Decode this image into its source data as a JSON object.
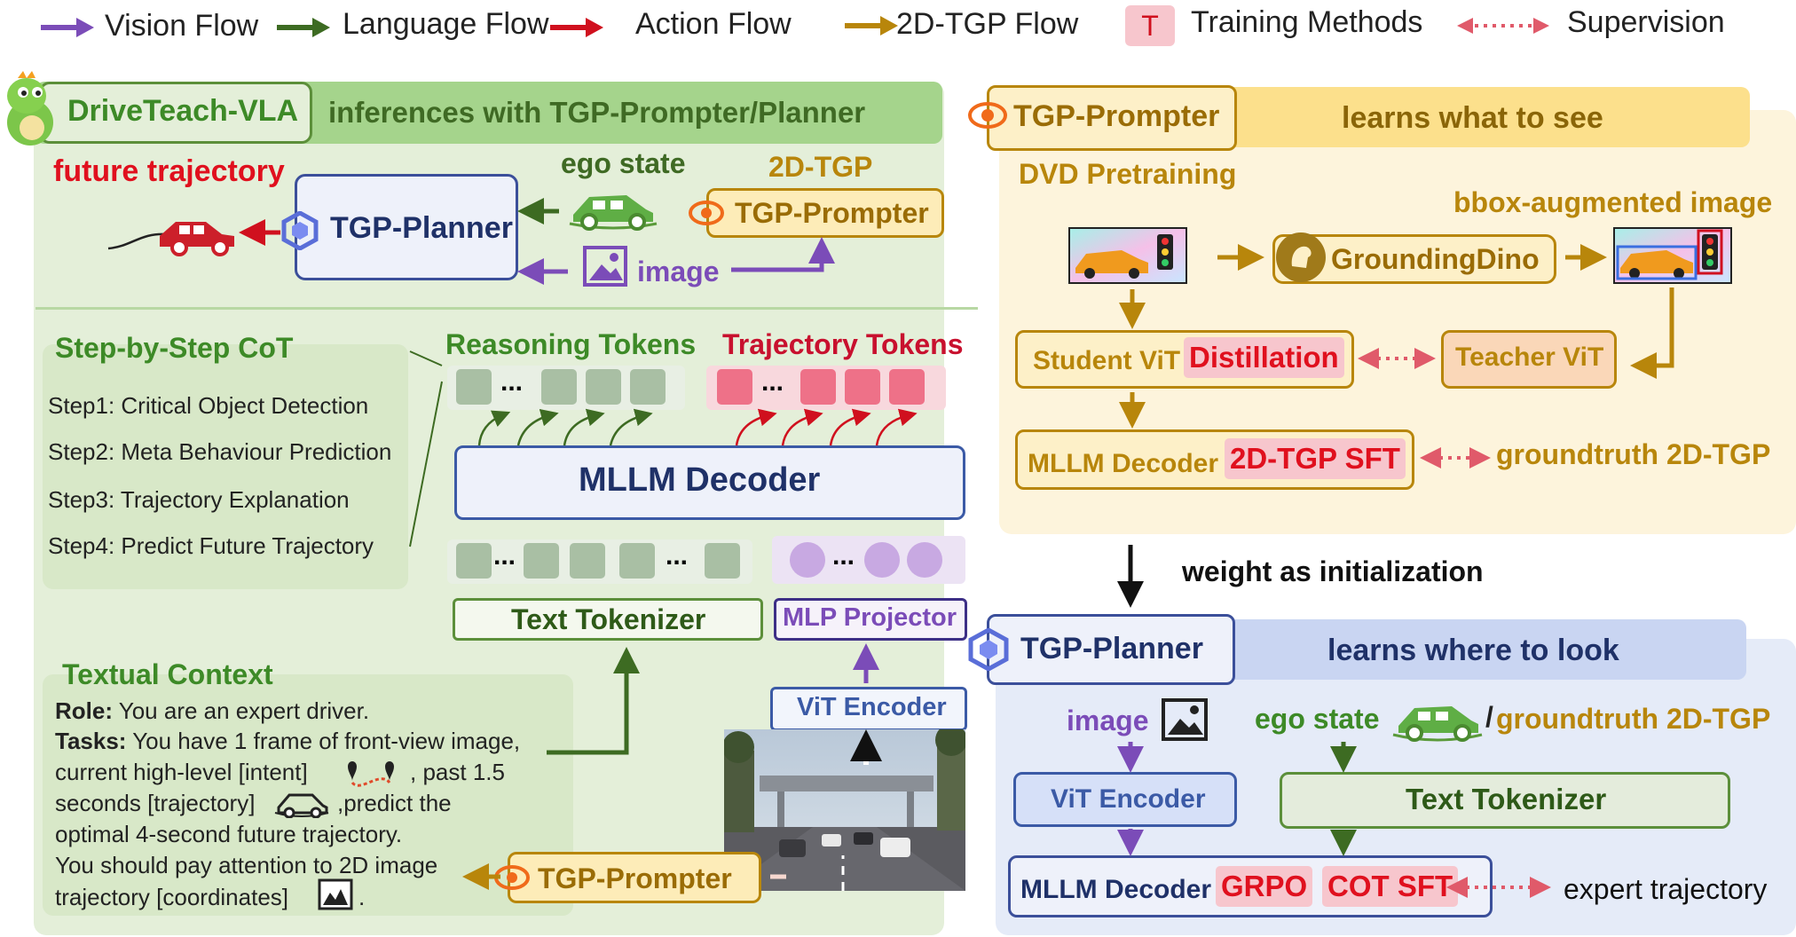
{
  "legend": {
    "vision": "Vision Flow",
    "language": "Language Flow",
    "action": "Action Flow",
    "tgp": "2D-TGP Flow",
    "training_badge": "T",
    "training": "Training Methods",
    "supervision": "Supervision"
  },
  "colors": {
    "vision": "#7b4cb8",
    "language": "#3d6b22",
    "action": "#d0101e",
    "tgp": "#b8860b",
    "green_panel": "#e4efd9",
    "green_header": "#a5d48c",
    "yellow_panel": "#fdf4dc",
    "yellow_header": "#fce08c",
    "blue_panel": "#e5ebf8",
    "blue_header": "#c9d5f2"
  },
  "left": {
    "title": "DriveTeach-VLA",
    "subtitle": "inferences with TGP-Prompter/Planner",
    "future_trajectory": "future trajectory",
    "tgp_planner": "TGP-Planner",
    "ego_state": "ego state",
    "tgp_label": "2D-TGP",
    "tgp_prompter": "TGP-Prompter",
    "image": "image",
    "cot_title": "Step-by-Step CoT",
    "steps": [
      "Step1: Critical Object Detection",
      "Step2: Meta Behaviour Prediction",
      "Step3: Trajectory Explanation",
      "Step4: Predict Future Trajectory"
    ],
    "reasoning_tokens": "Reasoning Tokens",
    "trajectory_tokens": "Trajectory Tokens",
    "ellipsis": "...",
    "mllm_decoder": "MLLM Decoder",
    "text_tokenizer": "Text Tokenizer",
    "mlp_projector": "MLP Projector",
    "vit_encoder": "ViT Encoder",
    "textual_context_title": "Textual Context",
    "role_label": "Role:",
    "role_text": " You are an expert driver.",
    "tasks_label": "Tasks:",
    "tasks_l1": " You have 1 frame of front-view image,",
    "tasks_l2a": "current high-level [intent]",
    "tasks_l2b": ", past 1.5",
    "tasks_l3a": "seconds [trajectory]",
    "tasks_l3b": ",predict the",
    "tasks_l4": "optimal 4-second future trajectory.",
    "tasks_l5": "You should pay attention to 2D image",
    "tasks_l6a": "trajectory [coordinates]",
    "tasks_l6b": ".",
    "tgp_prompter_bottom": "TGP-Prompter"
  },
  "right_top": {
    "tgp_prompter": "TGP-Prompter",
    "learns": "learns what to see",
    "dvd": "DVD Pretraining",
    "bbox": "bbox-augmented image",
    "grounding": "GroundingDino",
    "student_vit": "Student ViT",
    "distillation": "Distillation",
    "teacher_vit": "Teacher ViT",
    "mllm_decoder": "MLLM Decoder",
    "sft": "2D-TGP SFT",
    "groundtruth": "groundtruth 2D-TGP"
  },
  "middle": {
    "weight": "weight as initialization"
  },
  "right_bottom": {
    "tgp_planner": "TGP-Planner",
    "learns": "learns where to look",
    "image": "image",
    "ego_state": "ego state",
    "slash": "/",
    "groundtruth": "groundtruth 2D-TGP",
    "vit_encoder": "ViT Encoder",
    "text_tokenizer": "Text Tokenizer",
    "mllm_decoder": "MLLM Decoder",
    "grpo": "GRPO",
    "cot_sft": "COT SFT",
    "expert": "expert trajectory"
  }
}
